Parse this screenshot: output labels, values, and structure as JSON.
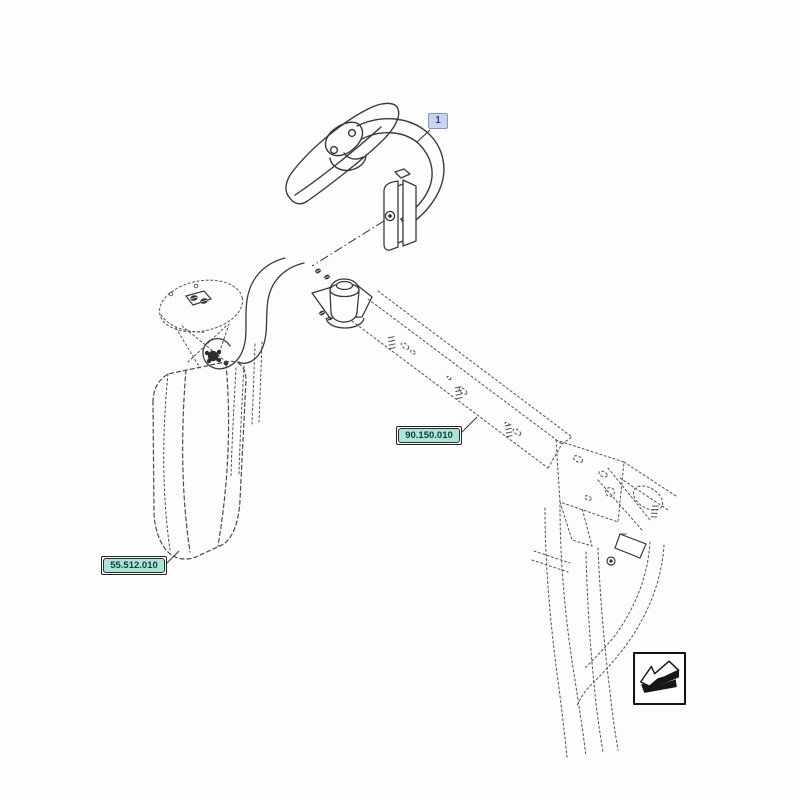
{
  "page": {
    "background_color": "#fdfdfd",
    "type": "exploded-parts-line-drawing"
  },
  "drawing": {
    "solid_line_color": "#3a3a3a",
    "phantom_line_color": "#585858",
    "hardware_fill_color": "#2c2c2c"
  },
  "callouts": {
    "part_number_1": {
      "label": "1",
      "text_color": "#2743ae",
      "background": "#ccd4ec",
      "border_color": "#8595cc"
    },
    "section_refs": [
      {
        "label": "90.150.010"
      },
      {
        "label": "55.512.010"
      }
    ],
    "section_ref_style": {
      "background": "#abe3db",
      "border_color": "#232323",
      "text_color": "#0e3e38"
    }
  },
  "icons": {
    "orientation": {
      "name": "direction-arrow-icon",
      "border_color": "#141414",
      "arrow_color": "#161616"
    }
  }
}
